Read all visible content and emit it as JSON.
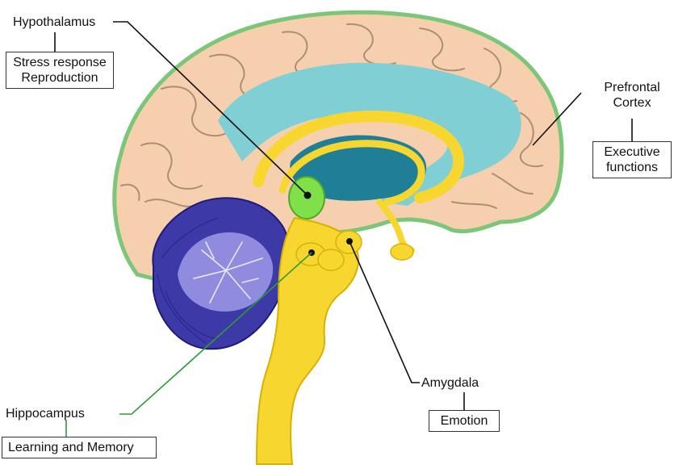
{
  "labels": {
    "hypothalamus": {
      "name": "Hypothalamus",
      "function_line1": "Stress response",
      "function_line2": "Reproduction"
    },
    "prefrontal_cortex": {
      "name_line1": "Prefrontal",
      "name_line2": "Cortex",
      "function_line1": "Executive",
      "function_line2": "functions"
    },
    "amygdala": {
      "name": "Amygdala",
      "function": "Emotion"
    },
    "hippocampus": {
      "name": "Hippocampus",
      "function": "Learning and Memory"
    }
  },
  "colors": {
    "cortex": "#f5cfae",
    "cortex_outline": "#7cc67a",
    "gyri_lines": "#b08c72",
    "ventricle": "#7fcfd4",
    "ventricle_dark": "#1f7f96",
    "limbic_yellow": "#f7d630",
    "hypothalamus_green": "#7fe04a",
    "cerebellum_blue": "#3d3aa8",
    "cerebellum_light": "#8f8ce0",
    "hippocampus_leader": "#2e9a3a"
  }
}
